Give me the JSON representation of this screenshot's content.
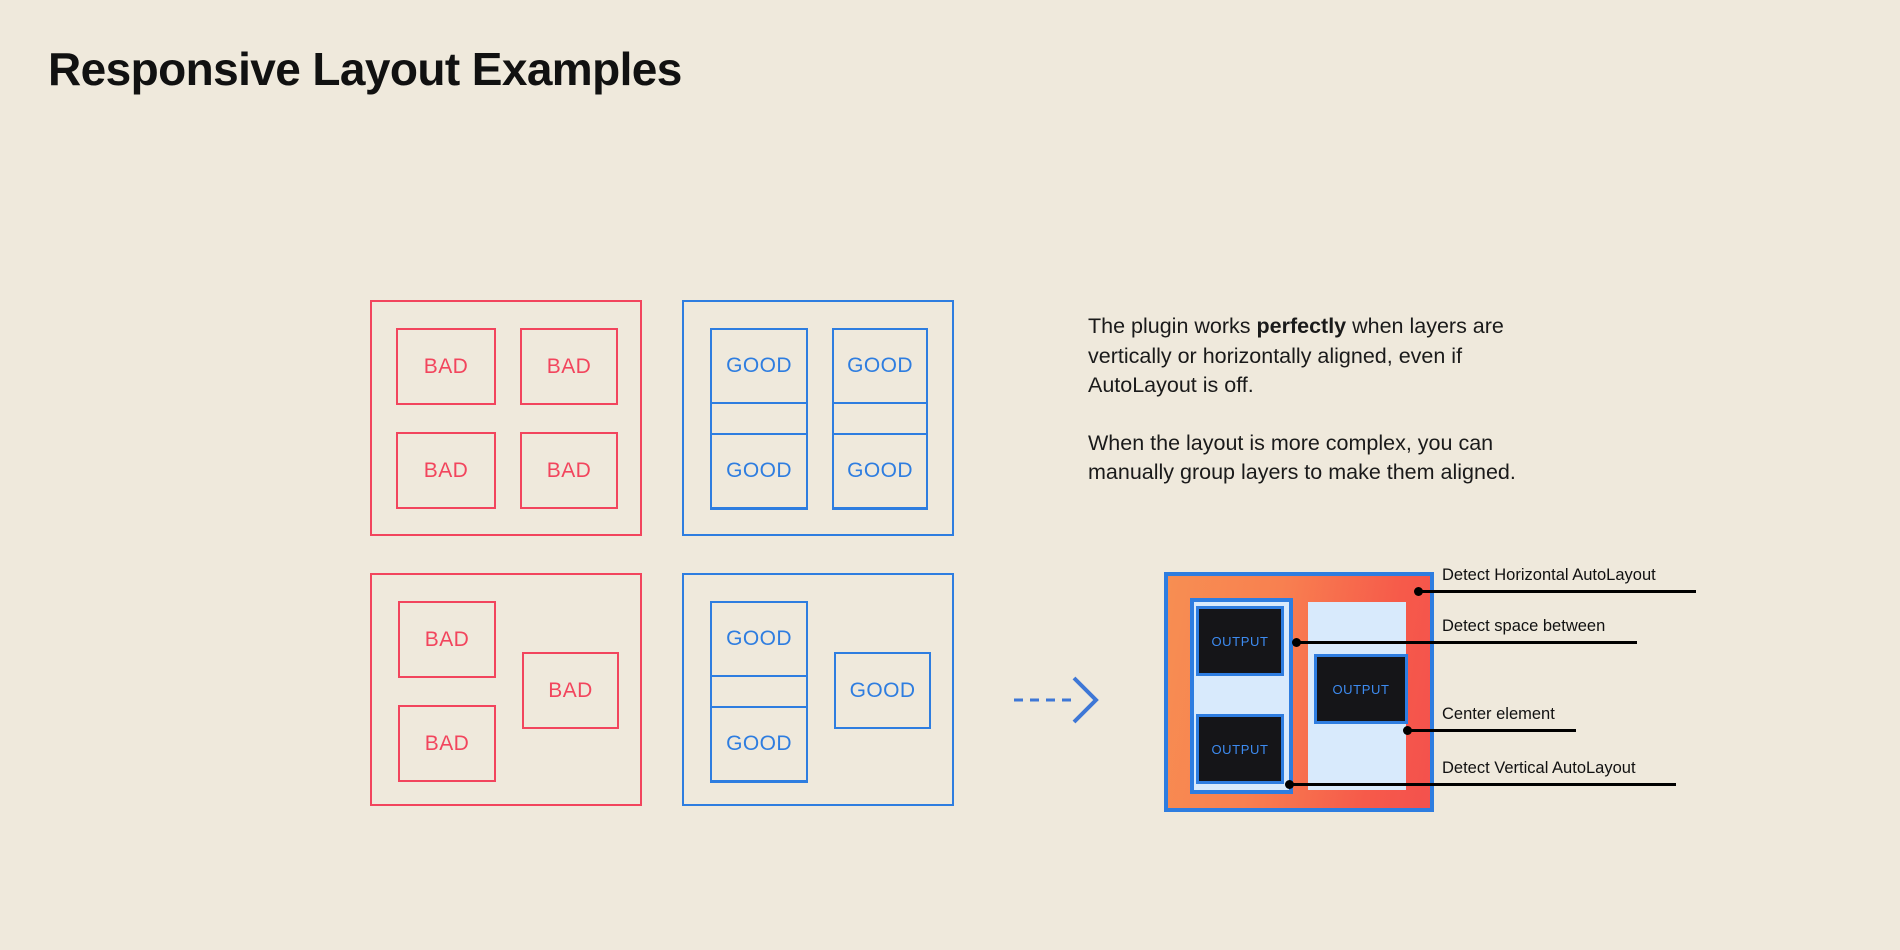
{
  "page": {
    "title": "Responsive Layout Examples",
    "background_color": "#efe9dc"
  },
  "colors": {
    "bad": "#f2455d",
    "good": "#2e7de0",
    "text": "#111111",
    "output_box": "#151518",
    "light_panel": "#d8eafc",
    "gradient_start": "#f78e52",
    "gradient_end": "#f4514d"
  },
  "examples": {
    "bad_grid": {
      "label": "BAD",
      "cells": [
        {
          "text": "BAD"
        },
        {
          "text": "BAD"
        },
        {
          "text": "BAD"
        },
        {
          "text": "BAD"
        }
      ]
    },
    "good_grid": {
      "label": "GOOD",
      "cells": [
        {
          "text": "GOOD"
        },
        {
          "text": "GOOD"
        },
        {
          "text": "GOOD"
        },
        {
          "text": "GOOD"
        }
      ]
    },
    "bad_complex": {
      "label": "BAD",
      "cells": [
        {
          "text": "BAD"
        },
        {
          "text": "BAD"
        },
        {
          "text": "BAD"
        }
      ]
    },
    "good_complex": {
      "label": "GOOD",
      "cells": [
        {
          "text": "GOOD"
        },
        {
          "text": "GOOD"
        },
        {
          "text": "GOOD"
        }
      ]
    }
  },
  "copy": {
    "paragraph1_part1": "The plugin works ",
    "paragraph1_bold": "perfectly",
    "paragraph1_part2": " when layers are vertically or horizontally aligned, even if AutoLayout is off.",
    "paragraph2": "When the layout is more complex, you can manually group layers to make them aligned."
  },
  "arrow": {
    "icon": "arrow-right-dashed-icon"
  },
  "figure": {
    "outputs": [
      {
        "text": "OUTPUT"
      },
      {
        "text": "OUTPUT"
      },
      {
        "text": "OUTPUT"
      }
    ],
    "callouts": [
      {
        "label": "Detect Horizontal AutoLayout"
      },
      {
        "label": "Detect space between"
      },
      {
        "label": "Center element"
      },
      {
        "label": "Detect Vertical AutoLayout"
      }
    ]
  }
}
